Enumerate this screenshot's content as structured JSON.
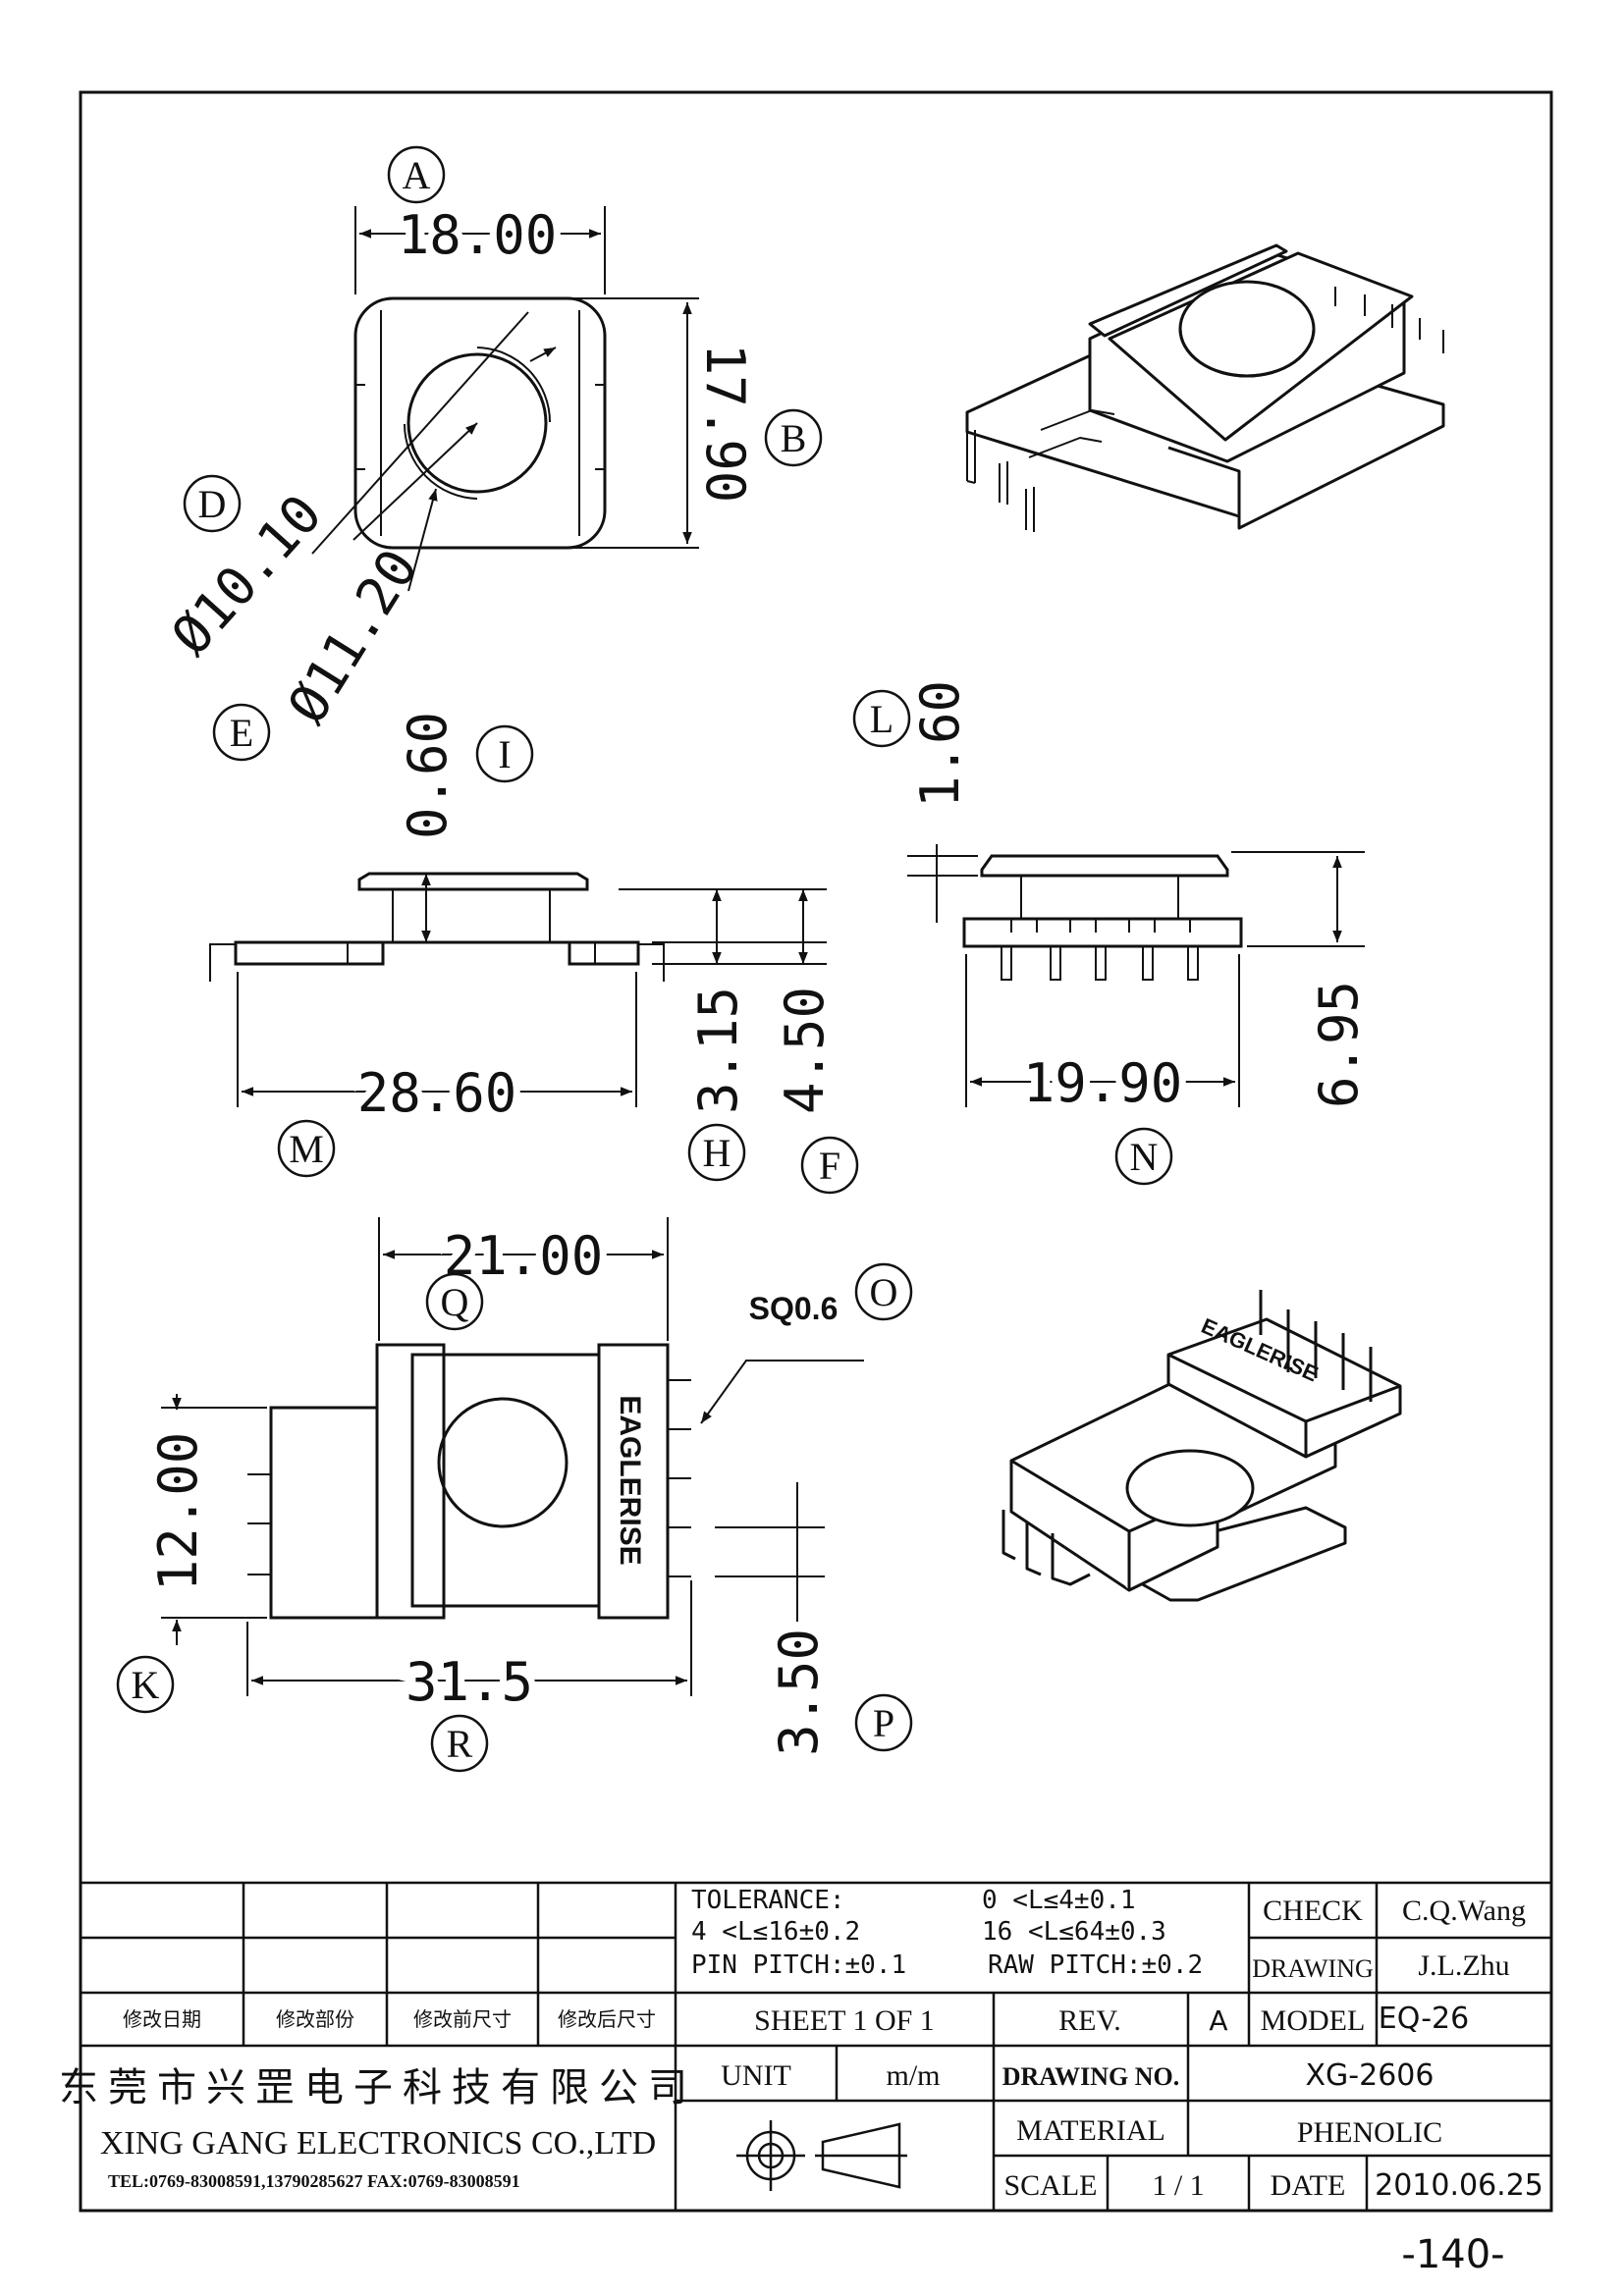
{
  "dimensions": {
    "top_width": "18.00",
    "top_height": "17.90",
    "dia_inner": "Ø10.10",
    "dia_outer": "Ø11.20",
    "flange_thick": "0.60",
    "height_315": "3.15",
    "height_450": "4.50",
    "front_width": "28.60",
    "side_flange": "1.60",
    "side_width": "19.90",
    "side_height": "6.95",
    "bottom_width": "21.00",
    "bottom_height": "12.00",
    "total_len": "31.5",
    "pin_pitch": "3.50",
    "pin_size": "SQ0.6"
  },
  "callouts": {
    "A": "A",
    "B": "B",
    "D": "D",
    "E": "E",
    "I": "I",
    "L": "L",
    "M": "M",
    "H": "H",
    "F": "F",
    "N": "N",
    "Q": "Q",
    "O": "O",
    "K": "K",
    "R": "R",
    "P": "P"
  },
  "brand_mark": "EAGLERISE",
  "title_block": {
    "tolerance_title": "TOLERANCE:",
    "tol_1": "0 <L≤4±0.1",
    "tol_2": "4 <L≤16±0.2",
    "tol_3": "16 <L≤64±0.3",
    "pin_pitch": "PIN PITCH:±0.1",
    "raw_pitch": "RAW PITCH:±0.2",
    "check_label": "CHECK",
    "check_value": "C.Q.Wang",
    "drawing_label": "DRAWING",
    "drawing_value": "J.L.Zhu",
    "model_label": "MODEL",
    "model_value": "EQ-26",
    "rev_headers": [
      "修改日期",
      "修改部份",
      "修改前尺寸",
      "修改后尺寸"
    ],
    "sheet": "SHEET 1 OF 1",
    "rev_label": "REV.",
    "rev_value": "A",
    "company_cn": "东莞市兴罡电子科技有限公司",
    "company_en": "XING GANG ELECTRONICS CO.,LTD",
    "contact": "TEL:0769-83008591,13790285627  FAX:0769-83008591",
    "unit_label": "UNIT",
    "unit_value": "m/m",
    "drawing_no_label": "DRAWING NO.",
    "drawing_no_value": "XG-2606",
    "material_label": "MATERIAL",
    "material_value": "PHENOLIC",
    "scale_label": "SCALE",
    "scale_value": "1 / 1",
    "date_label": "DATE",
    "date_value": "2010.06.25"
  },
  "page_number": "-140-"
}
